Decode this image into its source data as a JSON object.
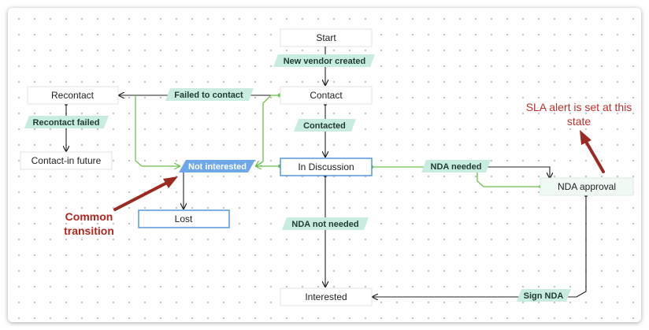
{
  "colors": {
    "state_border": "#e3e3e3",
    "state_active_border": "#4a90d9",
    "state_green_fill": "#f0faf5",
    "transition_fill": "#c8ece0",
    "transition_blue_fill": "#6fa8e8",
    "line": "#222222",
    "line_green": "#6cc04a",
    "annotation": "#c0302b",
    "annotation_arrow": "#9b2a22"
  },
  "states": {
    "start": "Start",
    "contact": "Contact",
    "recontact": "Recontact",
    "contact_in_future": "Contact-in future",
    "in_discussion": "In Discussion",
    "lost": "Lost",
    "nda_approval": "NDA approval",
    "interested": "Interested"
  },
  "transitions": {
    "new_vendor_created": "New vendor created",
    "failed_to_contact": "Failed to contact",
    "recontact_failed": "Recontact failed",
    "contacted": "Contacted",
    "not_interested": "Not interested",
    "nda_needed": "NDA needed",
    "nda_not_needed": "NDA not needed",
    "sign_nda": "Sign NDA"
  },
  "annotations": {
    "sla_line1": "SLA alert is set at this",
    "sla_line2": "state",
    "common_line1": "Common",
    "common_line2": "transition"
  }
}
